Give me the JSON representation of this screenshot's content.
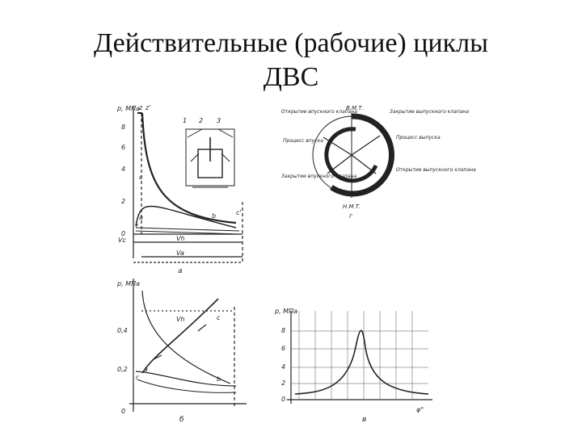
{
  "slide": {
    "title_line1": "Действительные (рабочие) циклы",
    "title_line2": "ДВС"
  },
  "figure_a": {
    "y_axis_label": "p, МПа",
    "y_ticks": [
      "8",
      "6",
      "4",
      "2",
      "0"
    ],
    "points": [
      "z",
      "z'",
      "c",
      "a",
      "r",
      "b",
      "c'"
    ],
    "vol_labels": [
      "Vc",
      "Vh",
      "Va"
    ],
    "caption": "а",
    "inset_labels": [
      "1",
      "2",
      "3"
    ]
  },
  "figure_b": {
    "y_axis_label": "p, МПа",
    "y_ticks": [
      "0,4",
      "0,2",
      "0"
    ],
    "points": [
      "a",
      "r",
      "b",
      "c"
    ],
    "vol_labels": [
      "Vh"
    ],
    "caption": "б"
  },
  "figure_c": {
    "labels": [
      "В.М.Т.",
      "Н.М.Т.",
      "Закрытие выпускного клапана",
      "Открытие выпускного клапана",
      "Процесс впуска",
      "Процесс выпуска",
      "Закрытие впускного клапана",
      "Открытие впускного клапана"
    ],
    "caption": "г"
  },
  "figure_d": {
    "y_axis_label": "p, МПа",
    "y_ticks": [
      "8",
      "6",
      "4",
      "2",
      "0"
    ],
    "x_axis_label": "φ°",
    "caption": "в"
  },
  "colors": {
    "ink": "#222222",
    "background": "#ffffff"
  }
}
